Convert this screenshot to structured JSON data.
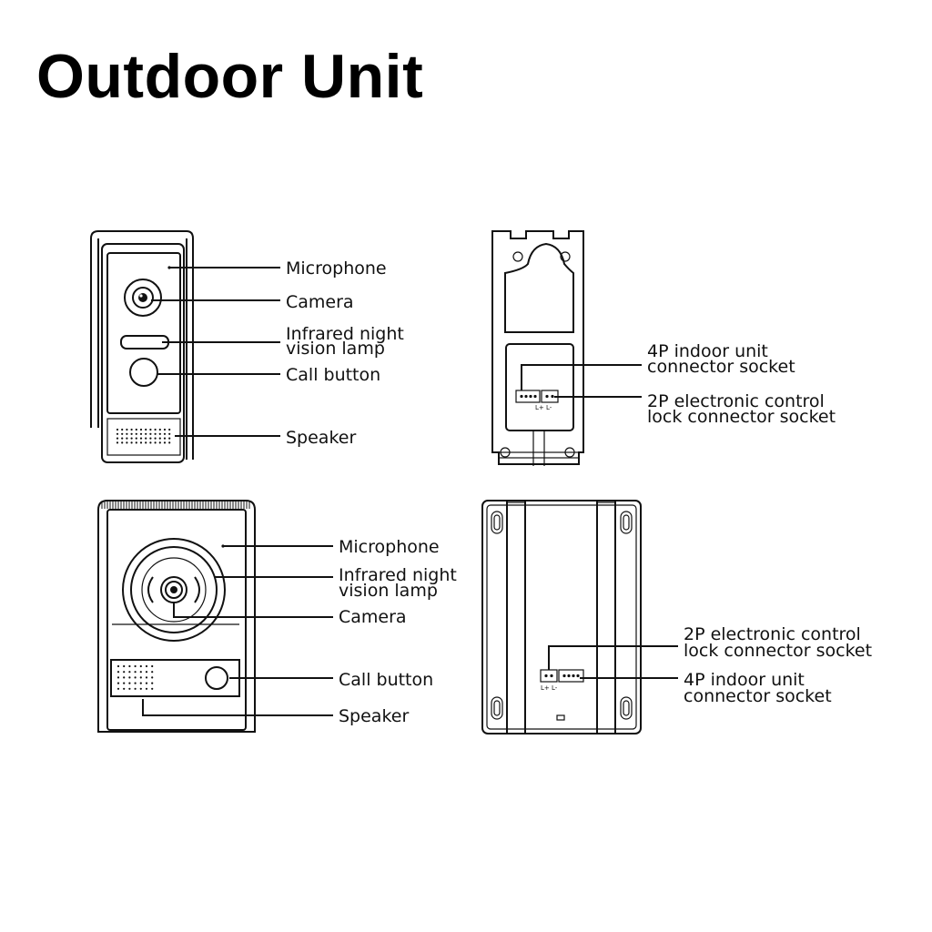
{
  "title": "Outdoor Unit",
  "unit_a_front": {
    "microphone": "Microphone",
    "camera": "Camera",
    "ir_lamp_line1": "Infrared night",
    "ir_lamp_line2": "vision lamp",
    "call_button": "Call button",
    "speaker": "Speaker"
  },
  "unit_a_back": {
    "socket_4p_line1": "4P indoor unit",
    "socket_4p_line2": "connector socket",
    "socket_2p_line1": "2P electronic control",
    "socket_2p_line2": "lock connector socket",
    "terminal_marks": "L+ L-"
  },
  "unit_b_front": {
    "microphone": "Microphone",
    "ir_lamp_line1": "Infrared night",
    "ir_lamp_line2": "vision lamp",
    "camera": "Camera",
    "call_button": "Call button",
    "speaker": "Speaker"
  },
  "unit_b_back": {
    "socket_2p_line1": "2P electronic control",
    "socket_2p_line2": "lock connector socket",
    "socket_4p_line1": "4P indoor unit",
    "socket_4p_line2": "connector socket",
    "terminal_marks": "L+ L-"
  }
}
